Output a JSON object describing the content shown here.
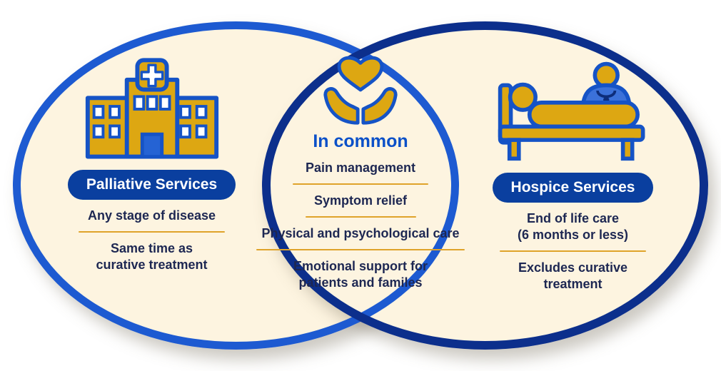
{
  "diagram": {
    "type": "venn",
    "left": {
      "title": "Palliative Services",
      "icon": "hospital-building-icon",
      "items": [
        "Any stage of disease",
        "Same time as\ncurative treatment"
      ]
    },
    "center": {
      "title": "In common",
      "icon": "heart-in-hands-icon",
      "items": [
        "Pain management",
        "Symptom relief",
        "Physical and psychological care",
        "Emotional support for\npatients and familes"
      ]
    },
    "right": {
      "title": "Hospice Services",
      "icon": "patient-in-bed-icon",
      "items": [
        "End of life care\n(6 months or less)",
        "Excludes curative\ntreatment"
      ]
    },
    "colors": {
      "accent_blue": "#0b50c8",
      "badge_blue": "#0a3f9f",
      "left_outline_blue": "#1d5ad1",
      "right_outline_navy": "#0c2f8c",
      "gold": "#dfa32a",
      "icon_gold": "#dda712",
      "cream_fill": "#fdf4e0",
      "text_navy": "#1d2752"
    }
  }
}
